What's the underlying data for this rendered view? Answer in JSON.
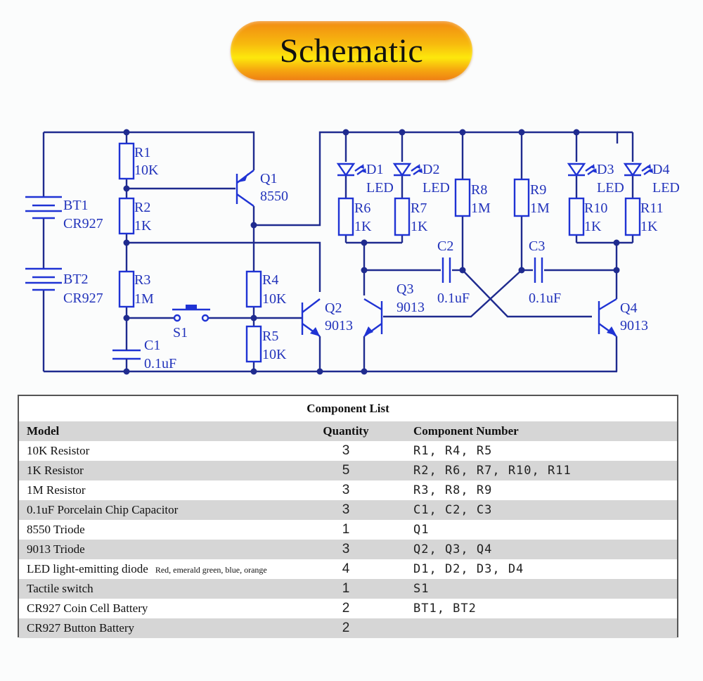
{
  "header": {
    "title": "Schematic"
  },
  "schematic": {
    "batteries": [
      {
        "ref": "BT1",
        "value": "CR927"
      },
      {
        "ref": "BT2",
        "value": "CR927"
      }
    ],
    "resistors": [
      {
        "ref": "R1",
        "value": "10K"
      },
      {
        "ref": "R2",
        "value": "1K"
      },
      {
        "ref": "R3",
        "value": "1M"
      },
      {
        "ref": "R4",
        "value": "10K"
      },
      {
        "ref": "R5",
        "value": "10K"
      },
      {
        "ref": "R6",
        "value": "1K"
      },
      {
        "ref": "R7",
        "value": "1K"
      },
      {
        "ref": "R8",
        "value": "1M"
      },
      {
        "ref": "R9",
        "value": "1M"
      },
      {
        "ref": "R10",
        "value": "1K"
      },
      {
        "ref": "R11",
        "value": "1K"
      }
    ],
    "capacitors": [
      {
        "ref": "C1",
        "value": "0.1uF"
      },
      {
        "ref": "C2",
        "value": "0.1uF"
      },
      {
        "ref": "C3",
        "value": "0.1uF"
      }
    ],
    "transistors": [
      {
        "ref": "Q1",
        "value": "8550"
      },
      {
        "ref": "Q2",
        "value": "9013"
      },
      {
        "ref": "Q3",
        "value": "9013"
      },
      {
        "ref": "Q4",
        "value": "9013"
      }
    ],
    "leds": [
      {
        "ref": "D1",
        "value": "LED"
      },
      {
        "ref": "D2",
        "value": "LED"
      },
      {
        "ref": "D3",
        "value": "LED"
      },
      {
        "ref": "D4",
        "value": "LED"
      }
    ],
    "switch": {
      "ref": "S1"
    }
  },
  "component_list": {
    "title": "Component List",
    "columns": [
      "Model",
      "Quantity",
      "Component Number"
    ],
    "rows": [
      {
        "model": "10K Resistor",
        "note": "",
        "quantity": "3",
        "numbers": "R1, R4, R5"
      },
      {
        "model": "1K Resistor",
        "note": "",
        "quantity": "5",
        "numbers": "R2, R6, R7, R10, R11"
      },
      {
        "model": "1M Resistor",
        "note": "",
        "quantity": "3",
        "numbers": "R3, R8, R9"
      },
      {
        "model": "0.1uF Porcelain Chip Capacitor",
        "note": "",
        "quantity": "3",
        "numbers": "C1, C2, C3"
      },
      {
        "model": "8550 Triode",
        "note": "",
        "quantity": "1",
        "numbers": "Q1"
      },
      {
        "model": "9013 Triode",
        "note": "",
        "quantity": "3",
        "numbers": "Q2, Q3, Q4"
      },
      {
        "model": "LED light-emitting diode",
        "note": "Red, emerald green, blue, orange",
        "quantity": "4",
        "numbers": "D1, D2, D3, D4"
      },
      {
        "model": "Tactile switch",
        "note": "",
        "quantity": "1",
        "numbers": "S1"
      },
      {
        "model": "CR927 Coin Cell Battery",
        "note": "",
        "quantity": "2",
        "numbers": "BT1, BT2"
      },
      {
        "model": "CR927 Button Battery",
        "note": "",
        "quantity": "2",
        "numbers": ""
      }
    ]
  },
  "colors": {
    "wire": "#1f2b8f",
    "component": "#1f33d4",
    "label": "#2233bb",
    "title_pill_orange": "#f28a12",
    "title_pill_yellow": "#fde80c",
    "row_shade": "#d6d6d6"
  }
}
